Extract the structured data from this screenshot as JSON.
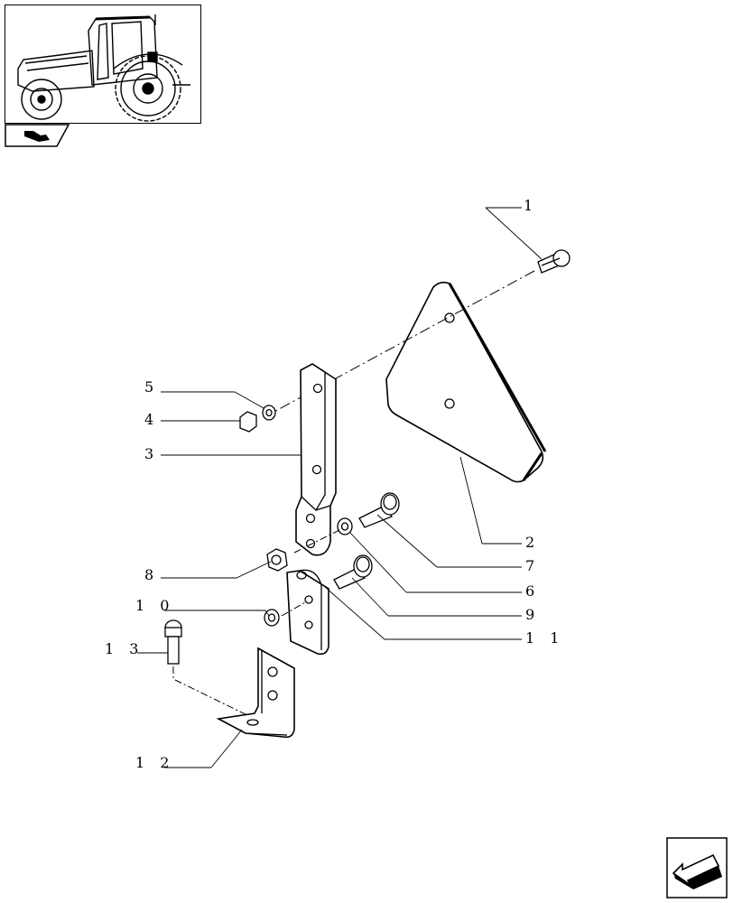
{
  "callouts": {
    "c1": "1",
    "c2": "2",
    "c3": "3",
    "c4": "4",
    "c5": "5",
    "c6": "6",
    "c7": "7",
    "c8": "8",
    "c9": "9",
    "c10": "1 0",
    "c11": "1 1",
    "c12": "1 2",
    "c13": "1 3"
  },
  "icons": {
    "thumbnail": "tractor-thumbnail-icon",
    "section_tab": "section-tab-icon",
    "navigation": "next-page-arrow-icon"
  },
  "colors": {
    "line": "#000000",
    "background": "#ffffff"
  }
}
